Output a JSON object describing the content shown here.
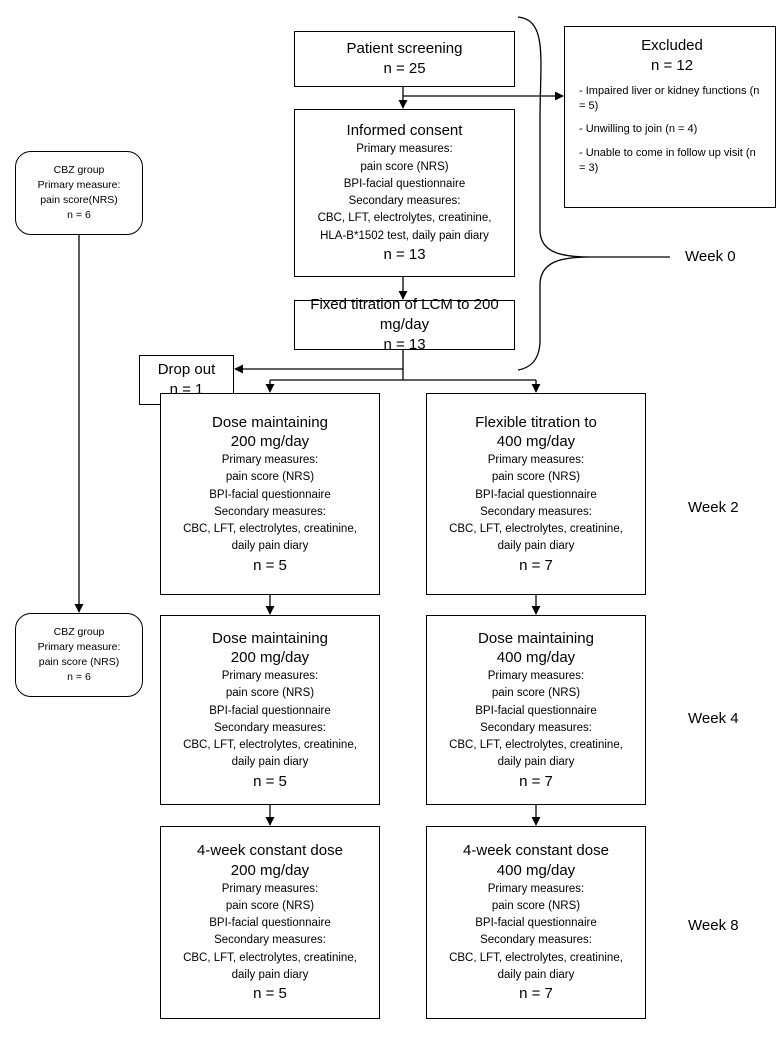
{
  "screening": {
    "title": "Patient screening",
    "n": "n = 25"
  },
  "excluded": {
    "title": "Excluded",
    "n": "n = 12",
    "reasons": [
      "- Impaired liver or kidney functions (n = 5)",
      "- Unwilling to join (n = 4)",
      "- Unable to come in follow up visit (n = 3)"
    ]
  },
  "consent": {
    "title": "Informed consent",
    "lines": [
      "Primary measures:",
      "pain score (NRS)",
      "BPI-facial questionnaire",
      "Secondary measures:",
      "CBC, LFT, electrolytes, creatinine,",
      "HLA-B*1502 test, daily pain diary"
    ],
    "n": "n = 13"
  },
  "titration": {
    "line1": "Fixed titration of LCM to 200",
    "line2": "mg/day",
    "n": "n = 13"
  },
  "dropout": {
    "title": "Drop out",
    "n": "n = 1"
  },
  "cbz_top": {
    "title": "CBZ group",
    "line1": "Primary measure:",
    "line2": "pain score(NRS)",
    "n": "n = 6"
  },
  "cbz_bottom": {
    "title": "CBZ group",
    "line1": "Primary measure:",
    "line2": "pain score (NRS)",
    "n": "n = 6"
  },
  "measures": {
    "primary": "Primary measures:",
    "pain": "pain score (NRS)",
    "bpi": "BPI-facial questionnaire",
    "secondary": "Secondary measures:",
    "labs": "CBC, LFT, electrolytes, creatinine,",
    "diary": "daily pain diary"
  },
  "left_arm": {
    "week2": {
      "title": "Dose maintaining",
      "dose": "200 mg/day",
      "n": "n = 5"
    },
    "week4": {
      "title": "Dose maintaining",
      "dose": "200 mg/day",
      "n": "n = 5"
    },
    "week8": {
      "title": "4-week constant dose",
      "dose": "200 mg/day",
      "n": "n = 5"
    }
  },
  "right_arm": {
    "week2": {
      "title": "Flexible titration to",
      "dose": "400 mg/day",
      "n": "n = 7"
    },
    "week4": {
      "title": "Dose maintaining",
      "dose": "400 mg/day",
      "n": "n = 7"
    },
    "week8": {
      "title": "4-week constant dose",
      "dose": "400 mg/day",
      "n": "n = 7"
    }
  },
  "weeks": {
    "w0": "Week 0",
    "w2": "Week 2",
    "w4": "Week 4",
    "w8": "Week 8"
  },
  "colors": {
    "stroke": "#000000",
    "background": "#ffffff"
  }
}
